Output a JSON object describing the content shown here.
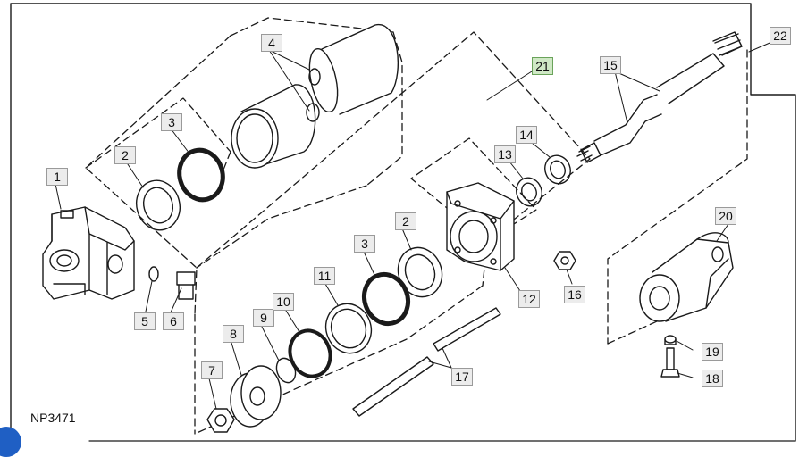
{
  "diagram": {
    "drawing_code": "NP3471",
    "highlighted_callout": "21",
    "colors": {
      "line": "#1a1a1a",
      "callout_bg": "#ececec",
      "highlight_bg": "#cfe8c5",
      "badge": "#1f5fc4"
    },
    "callouts": [
      {
        "id": "c1",
        "label": "1"
      },
      {
        "id": "c2a",
        "label": "2"
      },
      {
        "id": "c2b",
        "label": "2"
      },
      {
        "id": "c3a",
        "label": "3"
      },
      {
        "id": "c3b",
        "label": "3"
      },
      {
        "id": "c4",
        "label": "4"
      },
      {
        "id": "c5",
        "label": "5"
      },
      {
        "id": "c6",
        "label": "6"
      },
      {
        "id": "c7",
        "label": "7"
      },
      {
        "id": "c8",
        "label": "8"
      },
      {
        "id": "c9",
        "label": "9"
      },
      {
        "id": "c10",
        "label": "10"
      },
      {
        "id": "c11",
        "label": "11"
      },
      {
        "id": "c12",
        "label": "12"
      },
      {
        "id": "c13",
        "label": "13"
      },
      {
        "id": "c14",
        "label": "14"
      },
      {
        "id": "c15",
        "label": "15"
      },
      {
        "id": "c16",
        "label": "16"
      },
      {
        "id": "c17",
        "label": "17"
      },
      {
        "id": "c18",
        "label": "18"
      },
      {
        "id": "c19",
        "label": "19"
      },
      {
        "id": "c20",
        "label": "20"
      },
      {
        "id": "c21",
        "label": "21"
      },
      {
        "id": "c22",
        "label": "22"
      }
    ]
  }
}
